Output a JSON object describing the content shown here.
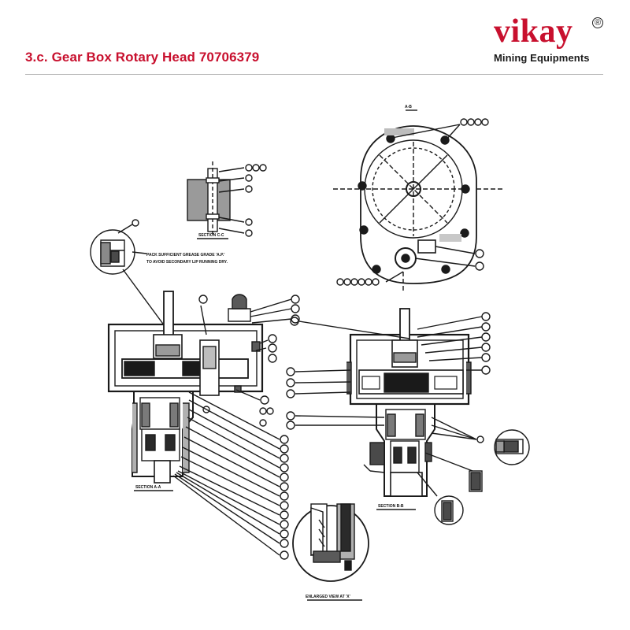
{
  "header": {
    "title": "3.c. Gear Box Rotary Head 70706379"
  },
  "logo": {
    "word": "vikay",
    "registered": "®",
    "tagline": "Mining Equipments",
    "color": "#c8102e"
  },
  "drawing": {
    "section_aa_label": "SECTION A-A",
    "section_bb_label": "SECTION B-B",
    "section_cc_label": "SECTION C-C",
    "enlarged_view_label": "ENLARGED VIEW AT 'X'",
    "view_label": "A-B",
    "grease_note_1": "PACK SUFFICIENT GREASE GRADE 'A.P.'",
    "grease_note_2": "TO AVOID SECONDARY LIP RUNNING DRY."
  },
  "colors": {
    "accent": "#c8102e",
    "rule": "#b9b9b9",
    "ink": "#1a1a1a"
  }
}
